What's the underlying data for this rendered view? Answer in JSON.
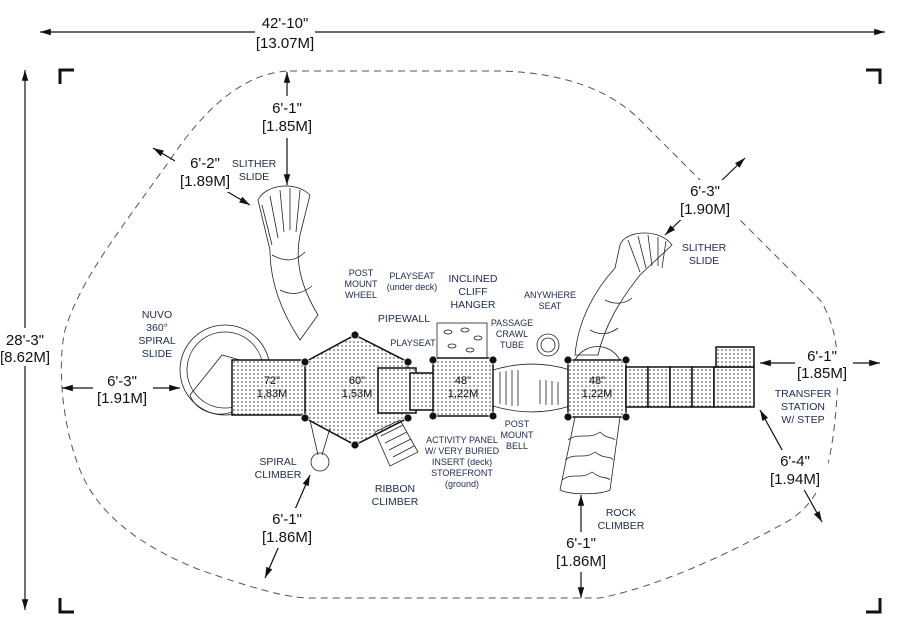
{
  "overall": {
    "width": {
      "imperial": "42'-10\"",
      "metric": "[13.07M]"
    },
    "height": {
      "imperial": "28'-3\"",
      "metric": "[8.62M]"
    }
  },
  "clearances": [
    {
      "id": "top-left-slide-vertical",
      "imperial": "6'-1\"",
      "metric": "[1.85M]"
    },
    {
      "id": "top-left-slide-diagonal",
      "imperial": "6'-2\"",
      "metric": "[1.89M]"
    },
    {
      "id": "top-right-slide",
      "imperial": "6'-3\"",
      "metric": "[1.90M]"
    },
    {
      "id": "left-spiral-slide",
      "imperial": "6'-3\"",
      "metric": "[1.91M]"
    },
    {
      "id": "right-transfer-station",
      "imperial": "6'-1\"",
      "metric": "[1.85M]"
    },
    {
      "id": "right-lower-diagonal",
      "imperial": "6'-4\"",
      "metric": "[1.94M]"
    },
    {
      "id": "bottom-left-spiral-climber",
      "imperial": "6'-1\"",
      "metric": "[1.86M]"
    },
    {
      "id": "bottom-rock-climber",
      "imperial": "6'-1\"",
      "metric": "[1.86M]"
    }
  ],
  "decks": [
    {
      "id": "deck-72",
      "height_in": "72\"",
      "height_m": "1,83M"
    },
    {
      "id": "deck-60",
      "height_in": "60\"",
      "height_m": "1,53M"
    },
    {
      "id": "deck-48-a",
      "height_in": "48\"",
      "height_m": "1,22M"
    },
    {
      "id": "deck-48-b",
      "height_in": "48\"",
      "height_m": "1,22M"
    }
  ],
  "components": {
    "slither_slide_left": [
      "SLITHER",
      "SLIDE"
    ],
    "slither_slide_right": [
      "SLITHER",
      "SLIDE"
    ],
    "nuvo_spiral_slide": [
      "NUVO",
      "360°",
      "SPIRAL",
      "SLIDE"
    ],
    "post_mount_wheel": [
      "POST",
      "MOUNT",
      "WHEEL"
    ],
    "playseat_under_deck": [
      "PLAYSEAT",
      "(under deck)"
    ],
    "inclined_cliff_hanger": [
      "INCLINED",
      "CLIFF",
      "HANGER"
    ],
    "anywhere_seat": [
      "ANYWHERE",
      "SEAT"
    ],
    "pipewall": "PIPEWALL",
    "playseat": "PLAYSEAT",
    "passage_crawl_tube": [
      "PASSAGE",
      "CRAWL",
      "TUBE"
    ],
    "activity_panel": [
      "ACTIVITY PANEL",
      "W/ VERY BURIED",
      "INSERT (deck)",
      "STOREFRONT",
      "(ground)"
    ],
    "post_mount_bell": [
      "POST",
      "MOUNT",
      "BELL"
    ],
    "spiral_climber": [
      "SPIRAL",
      "CLIMBER"
    ],
    "ribbon_climber": [
      "RIBBON",
      "CLIMBER"
    ],
    "rock_climber": [
      "ROCK",
      "CLIMBER"
    ],
    "transfer_station": [
      "TRANSFER",
      "STATION",
      "W/ STEP"
    ]
  }
}
